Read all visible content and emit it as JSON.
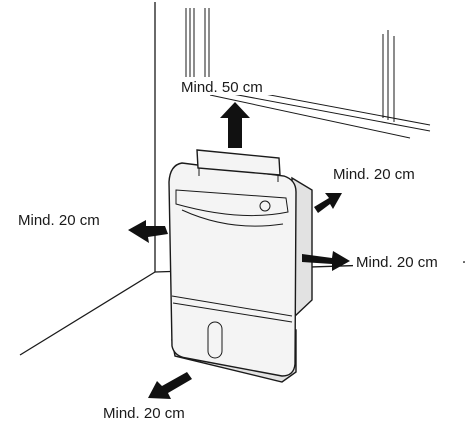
{
  "labels": {
    "top": "Mind. 50 cm",
    "right_back": "Mind. 20 cm",
    "left": "Mind. 20 cm",
    "right": "Mind. 20 cm",
    "front": "Mind. 20 cm"
  },
  "colors": {
    "line": "#1a1a1a",
    "arrow": "#111111",
    "device_front": "#f4f4f4",
    "device_side": "#e2e2e2",
    "background": "#ffffff"
  }
}
